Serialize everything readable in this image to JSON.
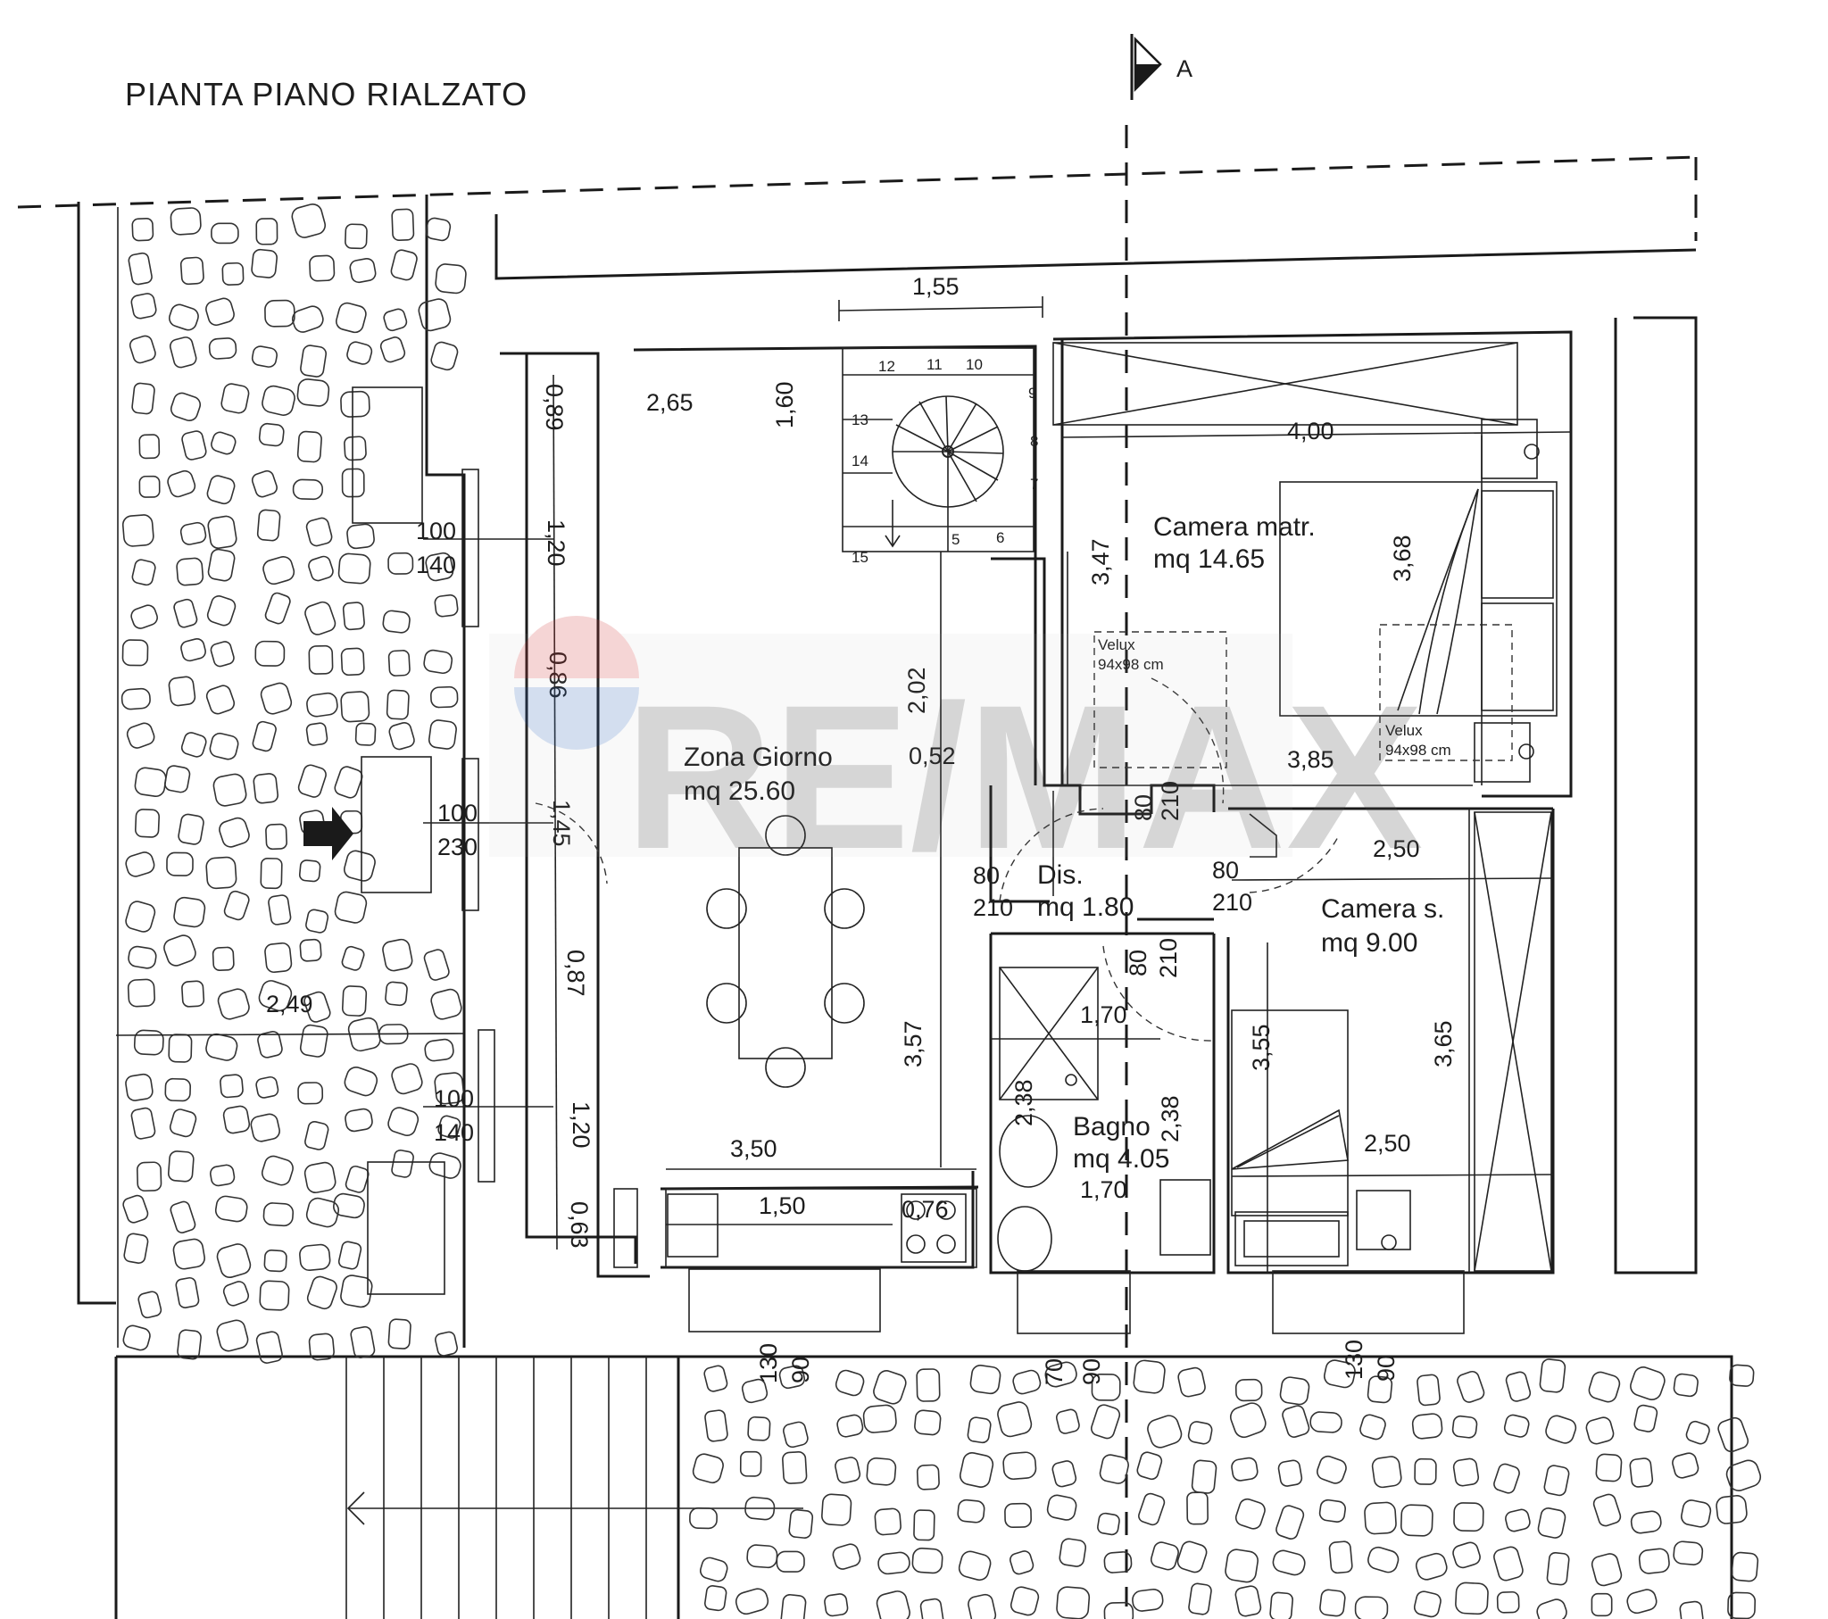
{
  "title": "PIANTA PIANO RIALZATO",
  "section_marker": "A",
  "watermark": "RE/MAX",
  "rooms": {
    "zona_giorno": {
      "name": "Zona Giorno",
      "area": "mq 25.60"
    },
    "camera_matr": {
      "name": "Camera matr.",
      "area": "mq 14.65"
    },
    "dis": {
      "name": "Dis.",
      "area": "mq 1.80"
    },
    "camera_s": {
      "name": "Camera s.",
      "area": "mq 9.00"
    },
    "bagno": {
      "name": "Bagno",
      "area": "mq 4.05"
    }
  },
  "velux": {
    "name": "Velux",
    "size": "94x98 cm"
  },
  "dims": {
    "d155": "1,55",
    "d265": "2,65",
    "d089": "0,89",
    "d160": "1,60",
    "d400": "4,00",
    "d120": "1,20",
    "d086": "0,86",
    "d202": "2,02",
    "d347": "3,47",
    "d368": "3,68",
    "d052": "0,52",
    "d385": "3,85",
    "d145": "1,45",
    "d250": "2,50",
    "d087": "0,87",
    "d170": "1,70",
    "d249": "2,49",
    "d357": "3,57",
    "d355": "3,55",
    "d365": "3,65",
    "d238": "2,38",
    "d350": "3,50",
    "d150": "1,50",
    "d076": "0,76",
    "d063": "0,63",
    "n80": "80",
    "n210": "210",
    "n100": "100",
    "n140": "140",
    "n230": "230",
    "n130": "130",
    "n90": "90",
    "n70": "70"
  },
  "stair_steps": [
    "5",
    "6",
    "7",
    "8",
    "9",
    "10",
    "11",
    "12",
    "13",
    "14",
    "15"
  ]
}
